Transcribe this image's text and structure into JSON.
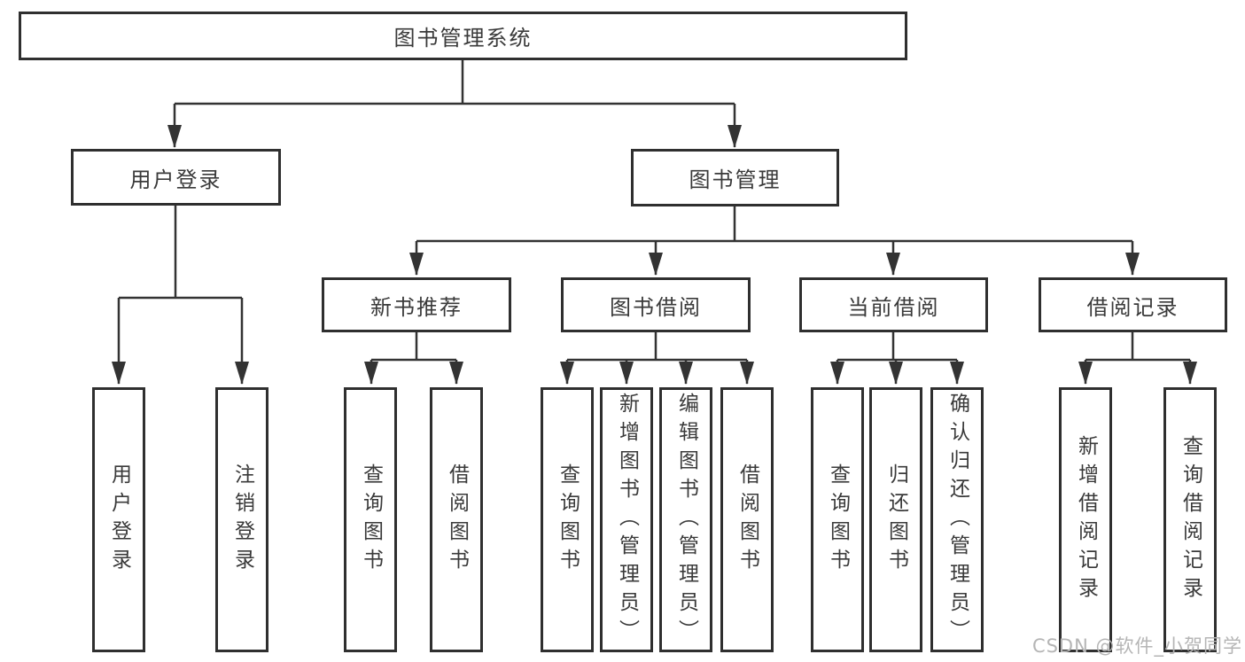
{
  "diagram": {
    "root": {
      "label": "图书管理系统"
    },
    "level2": [
      {
        "label": "用户登录"
      },
      {
        "label": "图书管理"
      }
    ],
    "level3": [
      {
        "label": "新书推荐"
      },
      {
        "label": "图书借阅"
      },
      {
        "label": "当前借阅"
      },
      {
        "label": "借阅记录"
      }
    ],
    "leaves": {
      "user_login": [
        {
          "label": "用户登录"
        },
        {
          "label": "注销登录"
        }
      ],
      "new_books": [
        {
          "label": "查询图书"
        },
        {
          "label": "借阅图书"
        }
      ],
      "book_borrow": [
        {
          "label": "查询图书"
        },
        {
          "label": "新增图书（管理员）"
        },
        {
          "label": "编辑图书（管理员）"
        },
        {
          "label": "借阅图书"
        }
      ],
      "current_borrow": [
        {
          "label": "查询图书"
        },
        {
          "label": "归还图书"
        },
        {
          "label": "确认归还（管理员）"
        }
      ],
      "borrow_records": [
        {
          "label": "新增借阅记录"
        },
        {
          "label": "查询借阅记录"
        }
      ]
    },
    "watermark": "CSDN @软件_小贺同学",
    "colors": {
      "line": "#333333",
      "box_border": "#2f2f2f",
      "text": "#3a3a3a",
      "watermark": "#b5b5b5",
      "background": "#ffffff"
    }
  }
}
